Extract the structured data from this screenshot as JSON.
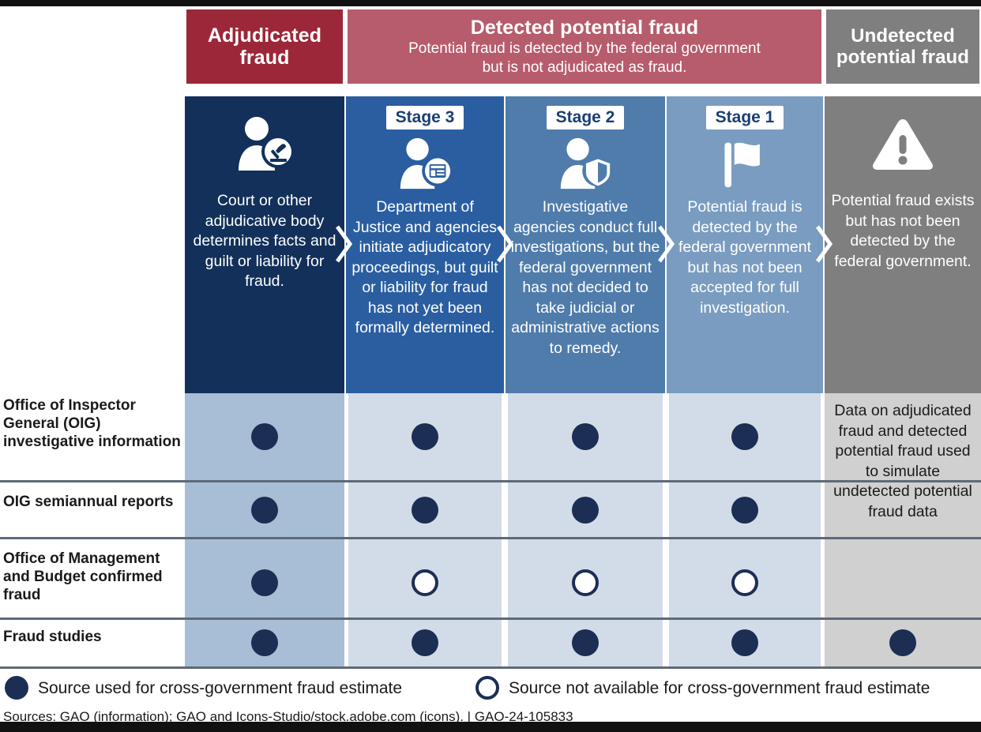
{
  "categories": {
    "adjudicated": {
      "title": "Adjudicated\nfraud",
      "line1": "Adjudicated",
      "line2": "fraud"
    },
    "detected": {
      "title": "Detected potential fraud",
      "subtitle_line1": "Potential fraud is detected by the federal government",
      "subtitle_line2": "but is not adjudicated as fraud."
    },
    "undetected": {
      "line1": "Undetected",
      "line2": "potential fraud"
    }
  },
  "stages": [
    {
      "key": "adjudicated",
      "badge": "",
      "icon": "person-gavel-icon",
      "description": "Court or other adjudicative body determines facts and guilt or liability for fraud.",
      "color": "#12305a"
    },
    {
      "key": "stage3",
      "badge": "Stage 3",
      "icon": "person-document-icon",
      "description": "Department of Justice and agencies initiate adjudicatory proceedings, but guilt or liability for fraud has not yet been formally determined.",
      "color": "#2a5ea1"
    },
    {
      "key": "stage2",
      "badge": "Stage 2",
      "icon": "person-shield-icon",
      "description": "Investigative agencies conduct full investigations, but the federal government has not decided to take judicial or administrative actions to remedy.",
      "color": "#4f7cab"
    },
    {
      "key": "stage1",
      "badge": "Stage 1",
      "icon": "flag-icon",
      "description": "Potential fraud is detected by the federal government but has not been accepted for full investigation.",
      "color": "#7a9cc0"
    },
    {
      "key": "undetected",
      "badge": "",
      "icon": "warning-triangle-icon",
      "description": "Potential fraud exists but has not been detected by the federal government.",
      "color": "#7f7f7f"
    }
  ],
  "matrix": {
    "row_labels": [
      "Office of Inspector General (OIG) investigative information",
      "OIG semiannual reports",
      "Office of Management and Budget confirmed fraud",
      "Fraud studies"
    ],
    "column_keys": [
      "adjudicated",
      "stage3",
      "stage2",
      "stage1",
      "undetected"
    ],
    "values": [
      [
        "filled",
        "filled",
        "filled",
        "filled",
        "none"
      ],
      [
        "filled",
        "filled",
        "filled",
        "filled",
        "none"
      ],
      [
        "filled",
        "open",
        "open",
        "open",
        "none"
      ],
      [
        "filled",
        "filled",
        "filled",
        "filled",
        "filled"
      ]
    ],
    "undetected_note": "Data on adjudicated fraud and detected potential fraud used to simulate undetected potential fraud data"
  },
  "legend": {
    "filled_label": "Source used for cross-government fraud estimate",
    "open_label": "Source not available for cross-government fraud estimate"
  },
  "sources": "Sources: GAO (information); GAO and Icons-Studio/stock.adobe.com (icons).  |  GAO-24-105833",
  "colors": {
    "adjudicated_red": "#9c2738",
    "detected_red": "#b75c6c",
    "gray": "#7f7f7f",
    "navy": "#12305a",
    "dot_navy": "#1c2e54"
  }
}
